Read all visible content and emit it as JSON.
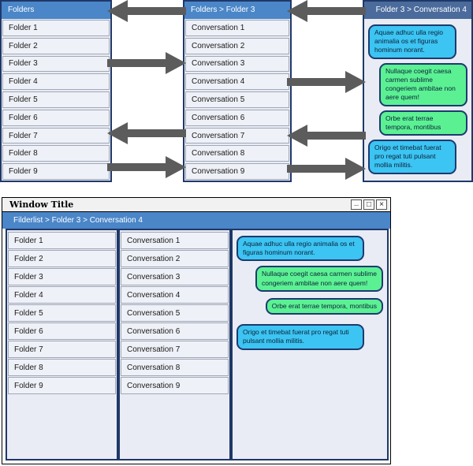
{
  "lists": {
    "folders": [
      "Folder 1",
      "Folder 2",
      "Folder 3",
      "Folder 4",
      "Folder 5",
      "Folder 6",
      "Folder 7",
      "Folder 8",
      "Folder 9"
    ],
    "conversations": [
      "Conversation 1",
      "Conversation 2",
      "Conversation 3",
      "Conversation 4",
      "Conversation 5",
      "Conversation 6",
      "Conversation 7",
      "Conversation 8",
      "Conversation 9"
    ]
  },
  "top_diagram": {
    "folders_header": "Folders",
    "conversations_header": "Folders > Folder 3",
    "chat_header": "Folder 3 > Conversation 4"
  },
  "messages": [
    {
      "text": "Aquae adhuc ulla regio animalia os et figuras hominum norant.",
      "align": "left",
      "tone": "blue"
    },
    {
      "text": "Nullaque coegit caesa carmen sublime congeriem ambitae non aere quem!",
      "align": "right",
      "tone": "green"
    },
    {
      "text": "Orbe erat terrae tempora, montibus",
      "align": "right",
      "tone": "green"
    },
    {
      "text": "Origo et timebat fuerat pro regat tuti pulsant mollia militis.",
      "align": "left",
      "tone": "blue"
    }
  ],
  "window": {
    "title": "Window Title",
    "breadcrumb": "Filderlist > Folder 3 > Conversation 4",
    "controls": {
      "minimize": "_",
      "maximize": "□",
      "close": "×"
    }
  },
  "colors": {
    "header_blue": "#4a86c8",
    "chat_header_blue": "#4a6b9c",
    "panel_border": "#1f3868",
    "panel_body": "#e9ecf4",
    "item_fill": "#eef1f7",
    "bubble_blue": "#3cc4f2",
    "bubble_green": "#5bf193",
    "bubble_border": "#1d3a70",
    "arrow_gray": "#5c5c5c"
  }
}
